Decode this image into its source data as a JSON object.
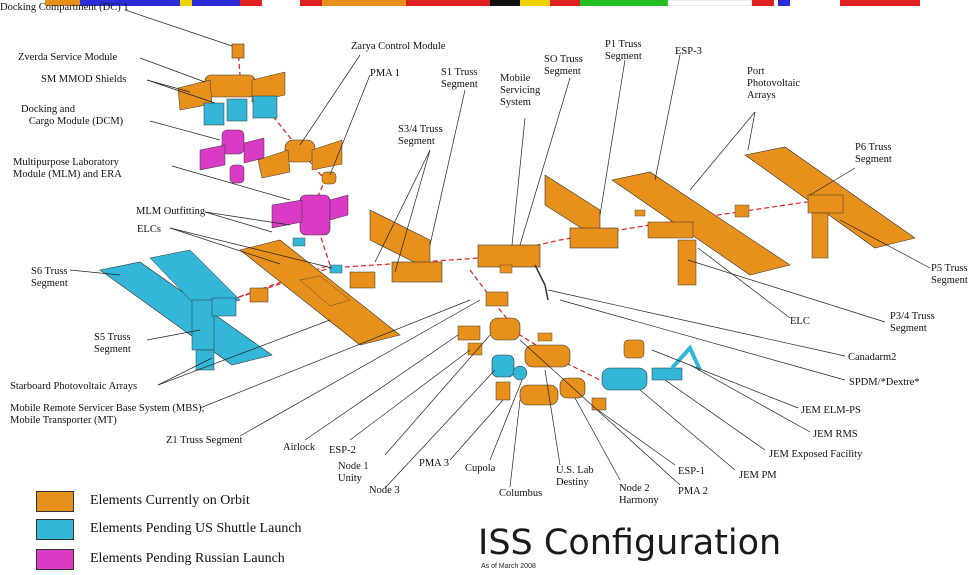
{
  "title": "ISS Configuration",
  "subtitle": "As of March 2008",
  "colors": {
    "on_orbit": "#E8901C",
    "pending_us": "#33B6D8",
    "pending_russian": "#D93BC4",
    "leader": "#222222",
    "spine": "#E02020"
  },
  "legend": [
    {
      "label": "Elements Currently on Orbit",
      "color": "#E8901C"
    },
    {
      "label": "Elements Pending US Shuttle Launch",
      "color": "#33B6D8"
    },
    {
      "label": "Elements Pending Russian Launch",
      "color": "#D93BC4"
    }
  ],
  "labels": {
    "dc1": "Docking Compartment (DC) 1",
    "zvezda": "Zverda Service Module",
    "sm_mmod": "SM MMOD Shields",
    "dcm": "Docking and\n   Cargo Module (DCM)",
    "mlm": "Multipurpose Laboratory\nModule (MLM) and ERA",
    "mlm_outfitting": "MLM Outfitting",
    "elcs": "ELCs",
    "s6": "S6 Truss\nSegment",
    "s5": "S5 Truss\nSegment",
    "stbd_pva": "Starboard Photovoltaic Arrays",
    "mbs": "Mobile Remote Servicer Base System (MBS),\nMobile Transporter (MT)",
    "z1": "Z1 Truss Segment",
    "airlock": "Airlock",
    "esp2": "ESP-2",
    "node1": "Node 1\nUnity",
    "node3": "Node 3",
    "pma3": "PMA 3",
    "cupola": "Cupola",
    "columbus": "Columbus",
    "uslab": "U.S. Lab\nDestiny",
    "node2": "Node 2\nHarmony",
    "pma2": "PMA 2",
    "esp1": "ESP-1",
    "jempm": "JEM PM",
    "jemef": "JEM Exposed Facility",
    "jemrms": "JEM RMS",
    "jemelm": "JEM ELM-PS",
    "spdm": "SPDM/*Dextre*",
    "canadarm2": "Canadarm2",
    "p34": "P3/4 Truss\nSegment",
    "elc": "ELC",
    "p5": "P5 Truss\nSegment",
    "p6": "P6 Truss\nSegment",
    "port_pva": "Port\nPhotovoltaic\nArrays",
    "esp3": "ESP-3",
    "p1": "P1 Truss\nSegment",
    "s0": "SO Truss\nSegment",
    "mss": "Mobile\nServicing\nSystem",
    "s1": "S1 Truss\nSegment",
    "s34": "S3/4 Truss\nSegment",
    "pma1": "PMA 1",
    "zarya": "Zarya Control Module"
  }
}
